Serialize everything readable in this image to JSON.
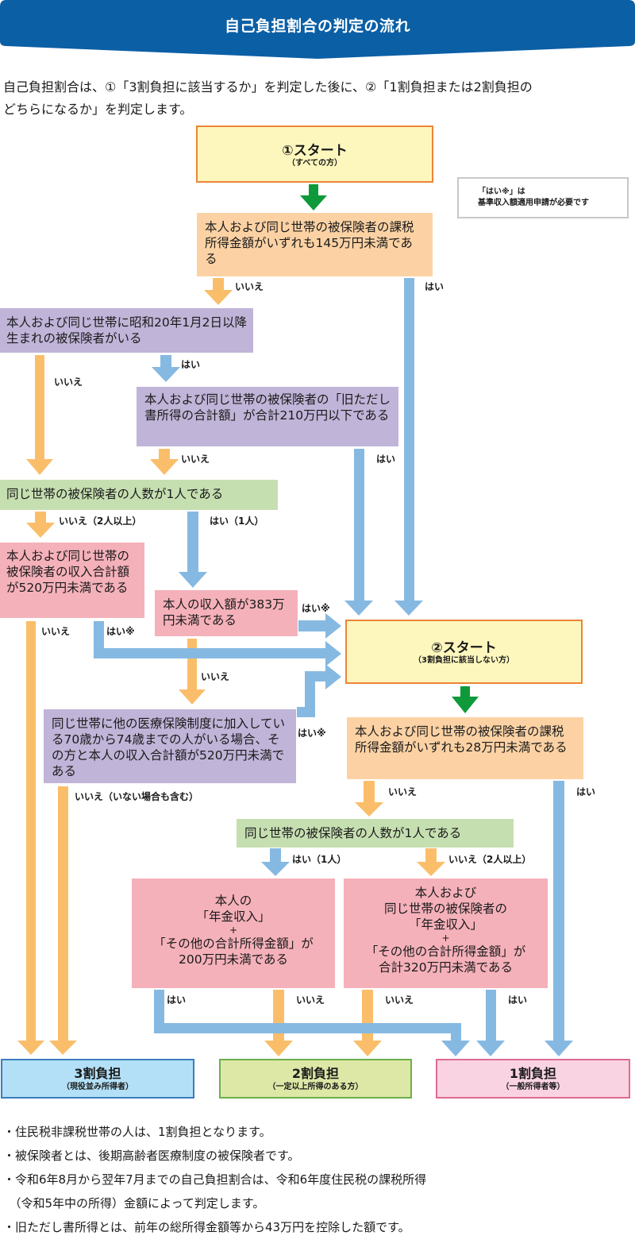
{
  "header": {
    "title": "自己負担割合の判定の流れ"
  },
  "intro": {
    "line1": "自己負担割合は、①「3割負担に該当するか」を判定した後に、②「1割負担または2割負担の",
    "line2": "どちらになるか」を判定します。"
  },
  "legend_note": {
    "line1": "「はい※」は",
    "line2": "基準収入額適用申請が必要です"
  },
  "colors": {
    "banner": "#0b5fa5",
    "arrow_yes": "#86b9e2",
    "arrow_no": "#fabe6a",
    "arrow_start": "#0e9a3a",
    "start_fill": "#fef7bd",
    "start_border": "#ec8437"
  },
  "flow": {
    "start1": {
      "title": "①スタート",
      "sub": "（すべての方）"
    },
    "q1": "本人および同じ世帯の被保険者の課税所得金額がいずれも145万円未満である",
    "q2": "本人および同じ世帯に昭和20年1月2日以降生まれの被保険者がいる",
    "q3": "本人および同じ世帯の被保険者の「旧ただし書所得の合計額」が合計210万円以下である",
    "q4": "同じ世帯の被保険者の人数が1人である",
    "q5": "本人および同じ世帯の被保険者の収入合計額が520万円未満である",
    "q6": "本人の収入額が383万円未満である",
    "q7": "同じ世帯に他の医療保険制度に加入している70歳から74歳までの人がいる場合、その方と本人の収入合計額が520万円未満である",
    "start2": {
      "title": "②スタート",
      "sub": "（3割負担に該当しない方）"
    },
    "q8": "本人および同じ世帯の被保険者の課税所得金額がいずれも28万円未満である",
    "q9": "同じ世帯の被保険者の人数が1人である",
    "q10": [
      "本人の",
      "「年金収入」",
      "+",
      "「その他の合計所得金額」が",
      "200万円未満である"
    ],
    "q11": [
      "本人および",
      "同じ世帯の被保険者の",
      "「年金収入」",
      "+",
      "「その他の合計所得金額」が",
      "合計320万円未満である"
    ]
  },
  "labels": {
    "q1_no": "いいえ",
    "q1_yes": "はい",
    "q2_no": "いいえ",
    "q2_yes": "はい",
    "q3_no": "いいえ",
    "q3_yes": "はい",
    "q4_no": "いいえ（2人以上）",
    "q4_yes": "はい（1人）",
    "q5_no": "いいえ",
    "q5_yes": "はい※",
    "q6_yes": "はい※",
    "q6_no": "いいえ",
    "q7_yes": "はい※",
    "q7_no": "いいえ（いない場合も含む）",
    "q8_no": "いいえ",
    "q8_yes": "はい",
    "q9_yes": "はい（1人）",
    "q9_no": "いいえ（2人以上）",
    "q10_yes": "はい",
    "q10_no": "いいえ",
    "q11_no": "いいえ",
    "q11_yes": "はい"
  },
  "results": [
    {
      "title": "3割負担",
      "sub": "（現役並み所得者）"
    },
    {
      "title": "2割負担",
      "sub": "（一定以上所得のある方）"
    },
    {
      "title": "1割負担",
      "sub": "（一般所得者等）"
    }
  ],
  "notes": [
    "・住民税非課税世帯の人は、1割負担となります。",
    "・被保険者とは、後期高齢者医療制度の被保険者です。",
    "・令和6年8月から翌年7月までの自己負担割合は、令和6年度住民税の課税所得",
    "　（令和5年中の所得）金額によって判定します。",
    "・旧ただし書所得とは、前年の総所得金額等から43万円を控除した額です。"
  ]
}
